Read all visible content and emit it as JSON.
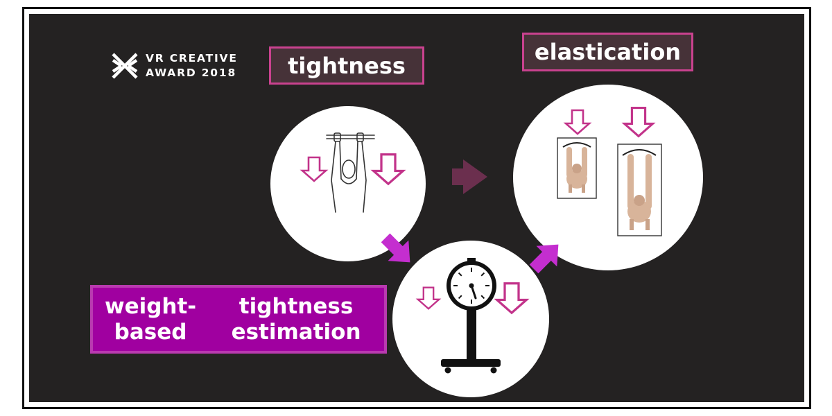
{
  "logo": {
    "line1": "VR CREATIVE",
    "line2": "AWARD 2018",
    "icon": "x-logo-icon"
  },
  "labels": {
    "tightness": "tightness",
    "elastication": "elastication",
    "weight_line1": "weight-based",
    "weight_line2": "tightness estimation"
  },
  "colors": {
    "background": "#242222",
    "label_fill": "#463238",
    "label_border": "#c9428f",
    "weight_fill": "#a000a0",
    "arrow_bright": "#c42ecf",
    "arrow_dim": "#6b2f4e",
    "down_arrow": "#c2338a",
    "skin": "#d8b49a"
  },
  "icons": [
    "x-logo-icon",
    "down-arrow-icon",
    "right-arrow-icon",
    "weighing-scale-icon",
    "hanging-figure-icon"
  ]
}
